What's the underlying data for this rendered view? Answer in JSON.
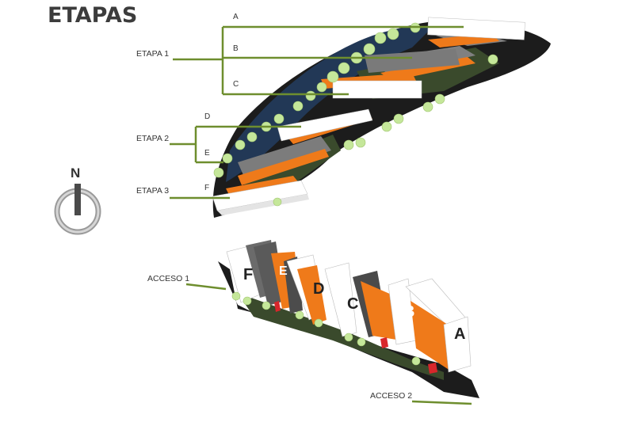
{
  "title": "ETAPAS",
  "stages": [
    {
      "label": "ETAPA 1",
      "buildings": [
        "A",
        "B",
        "C"
      ]
    },
    {
      "label": "ETAPA 2",
      "buildings": [
        "D",
        "E"
      ]
    },
    {
      "label": "ETAPA 3",
      "buildings": [
        "F"
      ]
    }
  ],
  "building_letters": [
    "A",
    "B",
    "C",
    "D",
    "E",
    "F"
  ],
  "accesses": [
    "ACCESO 1",
    "ACCESO 2"
  ],
  "compass_letter": "N",
  "colors": {
    "leader_line": "#6e8e2e",
    "tree": "#c5e79a",
    "building_accent": "#ef7a1a",
    "site_base": "#1c1c1c",
    "water": "#223856",
    "slab_gray": "#808080"
  }
}
